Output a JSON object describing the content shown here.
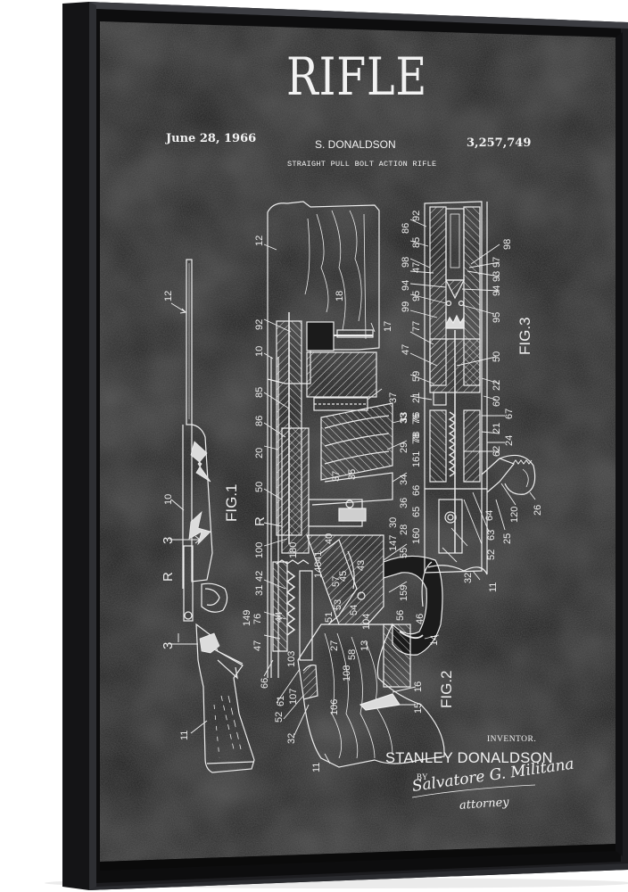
{
  "artwork": {
    "title": "RIFLE",
    "date": "June 28, 1966",
    "inventor_header": "S. DONALDSON",
    "patent_number": "3,257,749",
    "subtitle": "STRAIGHT PULL BOLT ACTION RIFLE",
    "inventor_label": "INVENTOR.",
    "inventor_name": "STANLEY DONALDSON",
    "by_label": "BY",
    "attorney_signature": "Salvatore G. Militana",
    "attorney_label": "attorney",
    "colors": {
      "background": "#ffffff",
      "frame": "#1c1c1e",
      "frame_highlight": "#3a3b40",
      "canvas": "#1a1a1a",
      "ink": "#f0f0f0"
    }
  },
  "figures": {
    "fig1": {
      "label": "FIG.1",
      "callouts": [
        "12",
        "10",
        "3",
        "R",
        "R",
        "3",
        "11"
      ]
    },
    "fig2": {
      "label": "FIG.2",
      "callouts_left": [
        "12",
        "92",
        "10",
        "85",
        "86",
        "20",
        "50",
        "R",
        "100",
        "42",
        "31",
        "149",
        "76",
        "44",
        "47",
        "103",
        "66",
        "61",
        "107",
        "52",
        "32",
        "11"
      ],
      "callouts_center": [
        "18",
        "17",
        "37",
        "33",
        "29",
        "161",
        "35",
        "37",
        "34",
        "36",
        "30",
        "28",
        "147",
        "55",
        "180",
        "40",
        "41",
        "148",
        "45",
        "43",
        "57",
        "53",
        "51",
        "54",
        "104",
        "58",
        "27",
        "13",
        "108",
        "106",
        "159",
        "56",
        "46",
        "14",
        "16",
        "15",
        "65",
        "66",
        "160",
        "78",
        "76"
      ]
    },
    "fig3": {
      "label": "FIG.3",
      "callouts_left": [
        "86",
        "92",
        "85",
        "98",
        "47",
        "94",
        "95",
        "99",
        "77",
        "47",
        "59",
        "21",
        "33",
        "76",
        "78"
      ],
      "callouts_right": [
        "98",
        "97",
        "93",
        "94",
        "95",
        "50",
        "22",
        "60",
        "67",
        "21",
        "24",
        "62",
        "120",
        "26",
        "64",
        "63",
        "25",
        "52",
        "32",
        "11"
      ]
    }
  }
}
